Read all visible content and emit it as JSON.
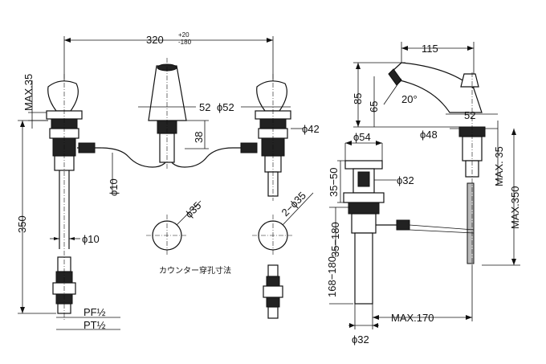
{
  "labels": {
    "width_320": "320",
    "tol_plus": "+20",
    "tol_minus": "-180",
    "max35_top": "MAX.35",
    "d52_side": "52",
    "d52_phi": "ϕ52",
    "d38": "38",
    "d42_phi": "ϕ42",
    "d10_vert": "ϕ10",
    "d35_phi": "ϕ35",
    "d2_35": "2−ϕ35",
    "h350": "350",
    "d10_horiz": "ϕ10",
    "counter_hole": "カウンター穿孔寸法",
    "pf": "PF½",
    "pt": "PT½",
    "w115": "115",
    "h85": "85",
    "h65": "65",
    "ang20": "20°",
    "d52_right": "52",
    "d48_phi": "ϕ48",
    "d54_phi": "ϕ54",
    "d32_phi_top": "ϕ32",
    "r35_50": "35−50",
    "r35_180": "35−180",
    "r168_180": "168−180",
    "max35_right": "MAX. 35",
    "max350": "MAX.350",
    "max170": "MAX.170",
    "d32_phi_bottom": "ϕ32"
  }
}
